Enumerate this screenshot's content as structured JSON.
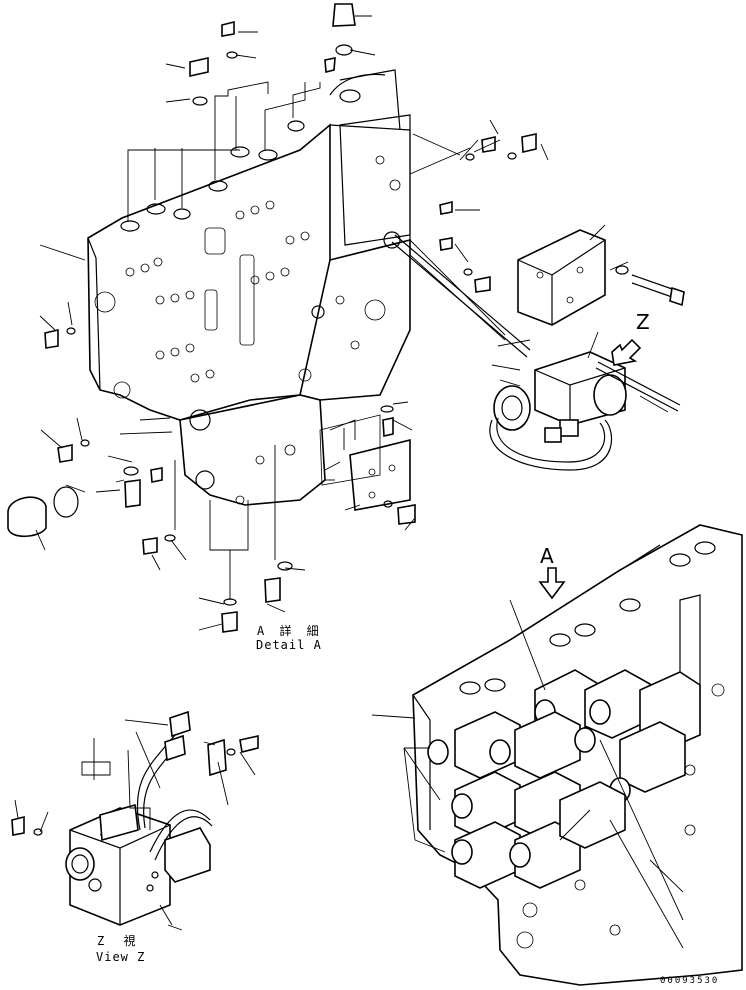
{
  "labels": {
    "detail_a_jp": "A 詳 細",
    "detail_a_en": "Detail A",
    "view_z_jp": "Z 視",
    "view_z_en": "View Z",
    "arrow_z": "Z",
    "arrow_a": "A",
    "drawing_no": "00093530"
  },
  "icons": {
    "view_arrow": "down-left-arrow-icon"
  }
}
